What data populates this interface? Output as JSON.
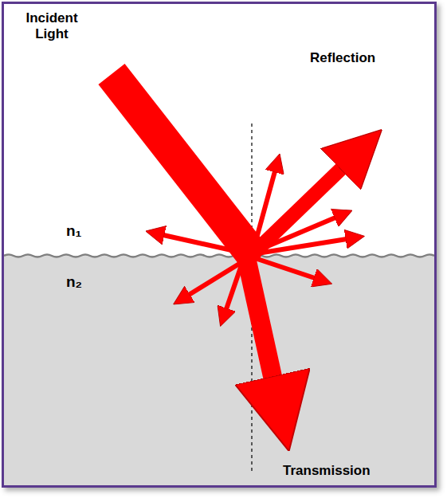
{
  "diagram": {
    "labels": [
      "Incident Light",
      "Reflection",
      "n₁",
      "n₂",
      "Transmission"
    ]
  }
}
